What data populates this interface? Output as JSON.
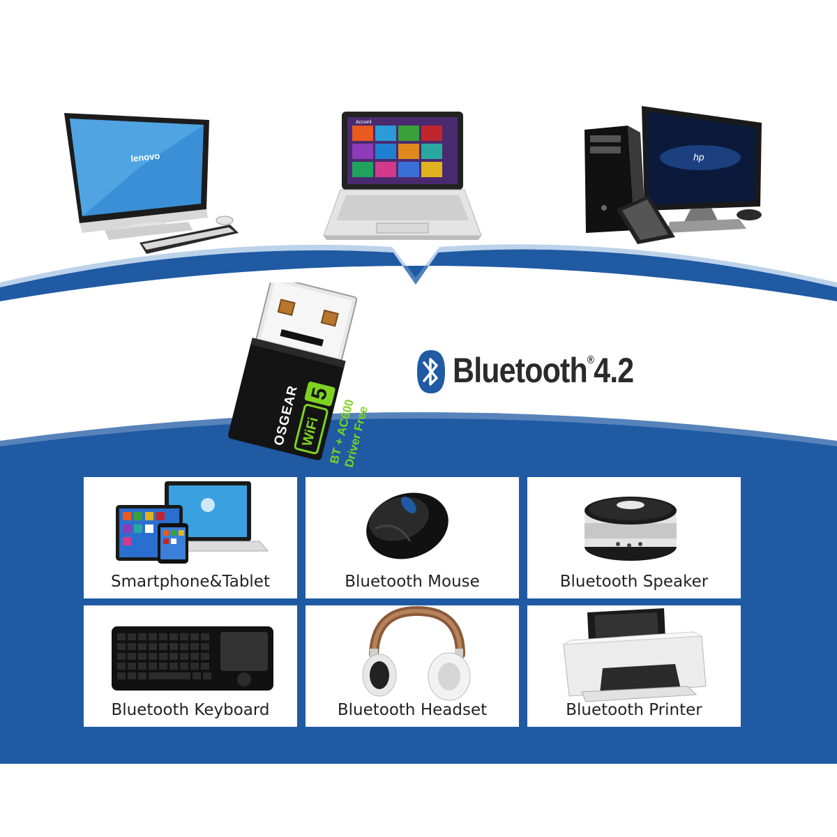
{
  "product": {
    "brand": "OSGEAR",
    "badge_wifi": "WiFi",
    "badge_number": "5",
    "spec_line1": "BT + AC600",
    "spec_line2": "Driver Free"
  },
  "bluetooth": {
    "word": "Bluetooth",
    "reg": "®",
    "version": "4.2"
  },
  "top_devices": [
    {
      "name": "lenovo-all-in-one",
      "brand": "lenovo"
    },
    {
      "name": "laptop",
      "brand": "Accueil"
    },
    {
      "name": "hp-desktop",
      "brand": "hp"
    }
  ],
  "cells": [
    {
      "label": "Smartphone&Tablet",
      "icon": "tablet-phone-icon"
    },
    {
      "label": "Bluetooth Mouse",
      "icon": "mouse-icon"
    },
    {
      "label": "Bluetooth Speaker",
      "icon": "speaker-icon"
    },
    {
      "label": "Bluetooth Keyboard",
      "icon": "keyboard-icon"
    },
    {
      "label": "Bluetooth Headset",
      "icon": "headset-icon"
    },
    {
      "label": "Bluetooth Printer",
      "icon": "printer-icon"
    }
  ],
  "colors": {
    "brand_blue": "#1f5aa3",
    "badge_green": "#7ed321"
  }
}
